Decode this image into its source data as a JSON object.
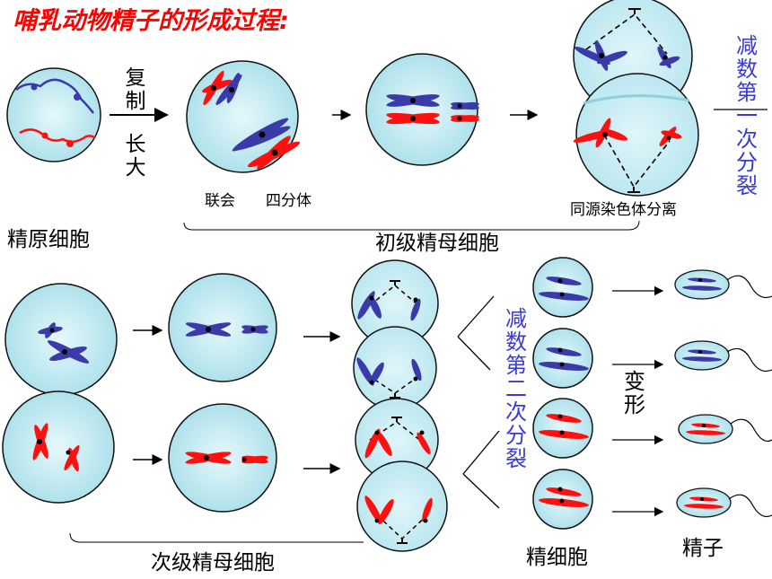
{
  "title": "哺乳动物精子的形成过程:",
  "labels": {
    "fu_zhi": "复制",
    "zhang_da": "长大",
    "lian_hui": "联会",
    "si_fen_ti": "四分体",
    "tong_yuan": "同源染色体分离",
    "jing_yuan": "精原细胞",
    "chu_ji": "初级精母细胞",
    "ci_ji": "次级精母细胞",
    "jing_xi_bao": "精细胞",
    "jing_zi": "精子",
    "bian_xing": "变形",
    "meiosis1": "减数第一次分裂",
    "meiosis2": "减数第二次分裂"
  },
  "colors": {
    "cell_fill": "#c6ecf4",
    "cell_border": "#1a1a1a",
    "paternal": "#3a3aa8",
    "maternal": "#ff1010",
    "accent_text": "#3a3ad4",
    "title": "#ff0000"
  }
}
